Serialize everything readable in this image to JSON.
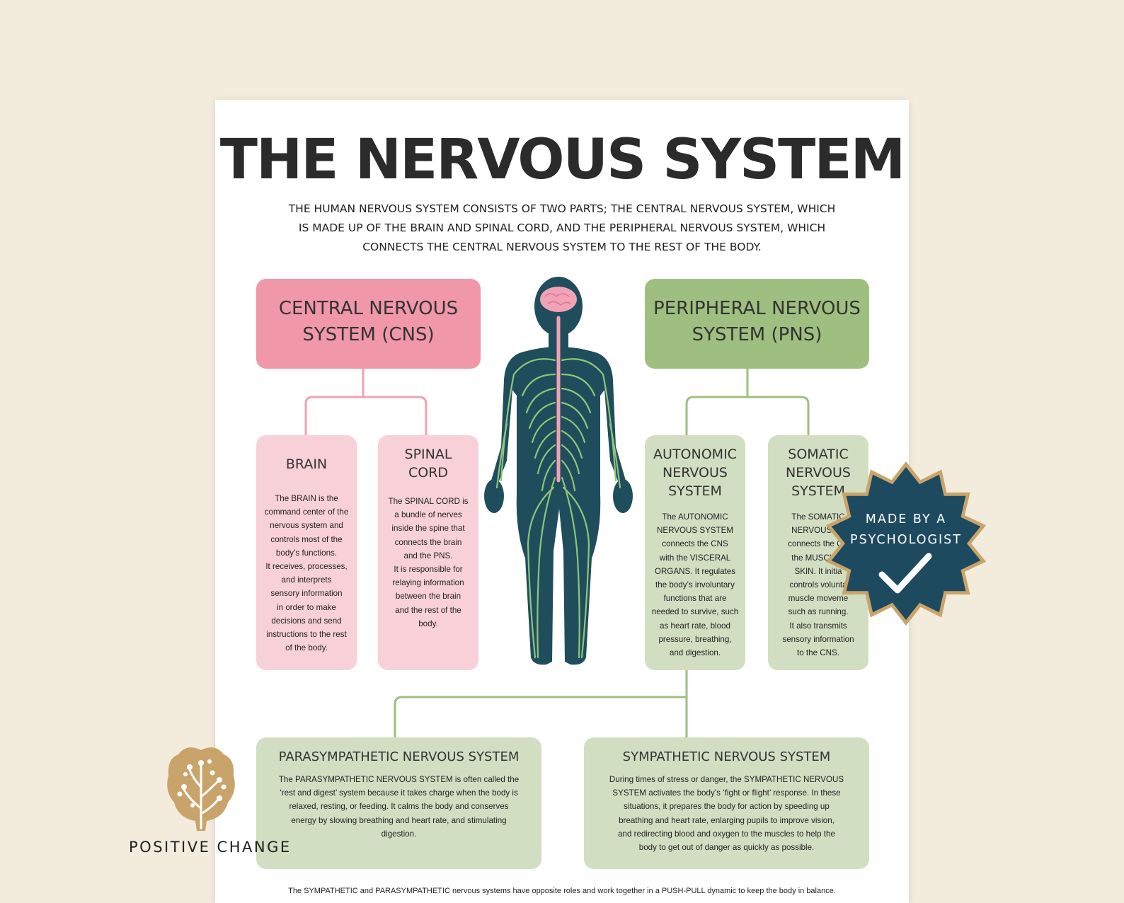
{
  "title": "THE NERVOUS SYSTEM",
  "intro": {
    "line1": "THE HUMAN NERVOUS SYSTEM CONSISTS OF TWO PARTS; THE CENTRAL NERVOUS SYSTEM, WHICH",
    "line2": "IS MADE UP OF THE BRAIN AND SPINAL CORD, AND THE  PERIPHERAL NERVOUS SYSTEM, WHICH",
    "line3": "CONNECTS THE CENTRAL NERVOUS SYSTEM TO THE REST OF THE BODY."
  },
  "cns": {
    "line1": "CENTRAL NERVOUS",
    "line2": "SYSTEM (CNS)"
  },
  "pns": {
    "line1": "PERIPHERAL NERVOUS",
    "line2": "SYSTEM (PNS)"
  },
  "brain": {
    "heading": "BRAIN",
    "lines": [
      "The BRAIN is the",
      "command center of the",
      "nervous system and",
      "controls most of the",
      "body’s functions.",
      "It receives, processes,",
      "and interprets",
      "sensory information",
      "in order to make",
      "decisions and send",
      "instructions to the rest",
      "of the body."
    ]
  },
  "spinal": {
    "heading1": "SPINAL",
    "heading2": "CORD",
    "lines": [
      "The SPINAL CORD is",
      "a bundle of nerves",
      "inside the spine that",
      "connects the brain",
      "and the PNS.",
      "It is responsible for",
      "relaying information",
      "between the brain",
      "and the rest of the",
      "body."
    ]
  },
  "autonomic": {
    "heading1": "AUTONOMIC",
    "heading2": "NERVOUS",
    "heading3": "SYSTEM",
    "lines": [
      "The AUTONOMIC",
      "NERVOUS SYSTEM",
      "connects the CNS",
      "with the VISCERAL",
      "ORGANS. It regulates",
      "the body’s involuntary",
      "functions that are",
      "needed to survive, such",
      "as heart rate, blood",
      "pressure, breathing,",
      "and digestion."
    ]
  },
  "somatic": {
    "heading1": "SOMATIC",
    "heading2": "NERVOUS",
    "heading3": "SYSTEM",
    "lines": [
      "The SOMATIC",
      "NERVOUS SY",
      "connects the CN",
      "the MUSCLES",
      "SKIN. It initia",
      "controls volunta",
      "muscle moveme",
      "such as running.",
      "It also transmits",
      "sensory information",
      "to the CNS."
    ]
  },
  "parasympathetic": {
    "heading": "PARASYMPATHETIC NERVOUS SYSTEM",
    "lines": [
      "The PARASYMPATHETIC NERVOUS SYSTEM is often called the",
      "‘rest and digest’ system because it takes charge when the body is",
      "relaxed, resting, or feeding. It calms the body and conserves",
      "energy by slowing breathing and heart rate, and stimulating",
      "digestion."
    ]
  },
  "sympathetic": {
    "heading": "SYMPATHETIC NERVOUS SYSTEM",
    "lines": [
      "During times of stress or danger, the SYMPATHETIC NERVOUS",
      "SYSTEM activates the body’s ‘fight or flight’ response. In these",
      "situations, it prepares the body for action by speeding up",
      "breathing and heart rate, enlarging pupils to improve vision,",
      "and redirecting blood and oxygen to the muscles to help the",
      "body to get out of danger as quickly as possible."
    ]
  },
  "footer": "The SYMPATHETIC and PARASYMPATHETIC nervous systems have opposite roles and work together in a PUSH-PULL dynamic to keep the body in balance.",
  "badge": {
    "line1": "MADE BY A",
    "line2": "PSYCHOLOGIST",
    "icon": "checkmark-icon"
  },
  "brand": {
    "name": "POSITIVE CHANGE",
    "icon": "brain-tree-icon"
  },
  "colors": {
    "background": "#f3ebdc",
    "cns_pink": "#f097a9",
    "cns_light": "#f8d0d8",
    "pns_green": "#9fbf80",
    "pns_light": "#d2dec2",
    "figure": "#1f4d5c",
    "badge": "#1e4a60",
    "gold": "#c9a46a"
  }
}
